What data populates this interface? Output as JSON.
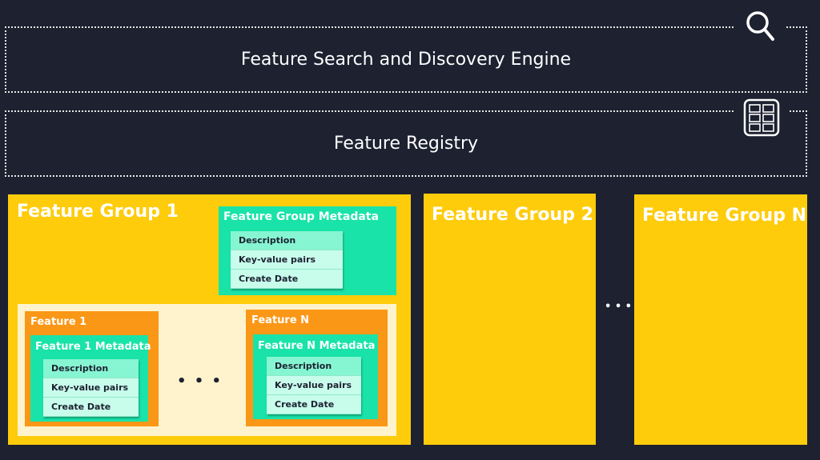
{
  "search_engine": {
    "label": "Feature Search and Discovery Engine",
    "icon": "search-icon"
  },
  "registry": {
    "label": "Feature Registry",
    "icon": "registry-grid-icon"
  },
  "feature_groups": [
    {
      "title": "Feature Group 1",
      "metadata": {
        "title": "Feature Group Metadata",
        "rows": [
          "Description",
          "Key-value pairs",
          "Create Date"
        ]
      },
      "features": [
        {
          "title": "Feature 1",
          "metadata": {
            "title": "Feature 1 Metadata",
            "rows": [
              "Description",
              "Key-value pairs",
              "Create Date"
            ]
          }
        },
        {
          "title": "Feature N",
          "metadata": {
            "title": "Feature N Metadata",
            "rows": [
              "Description",
              "Key-value pairs",
              "Create Date"
            ]
          }
        }
      ],
      "ellipsis": "• • •"
    },
    {
      "title": "Feature Group 2"
    },
    {
      "title": "Feature Group N"
    }
  ],
  "group_ellipsis": "• • •",
  "colors": {
    "background": "#1d2130",
    "group": "#fecc0b",
    "feature": "#fb9716",
    "metadata": "#19e3a8"
  }
}
